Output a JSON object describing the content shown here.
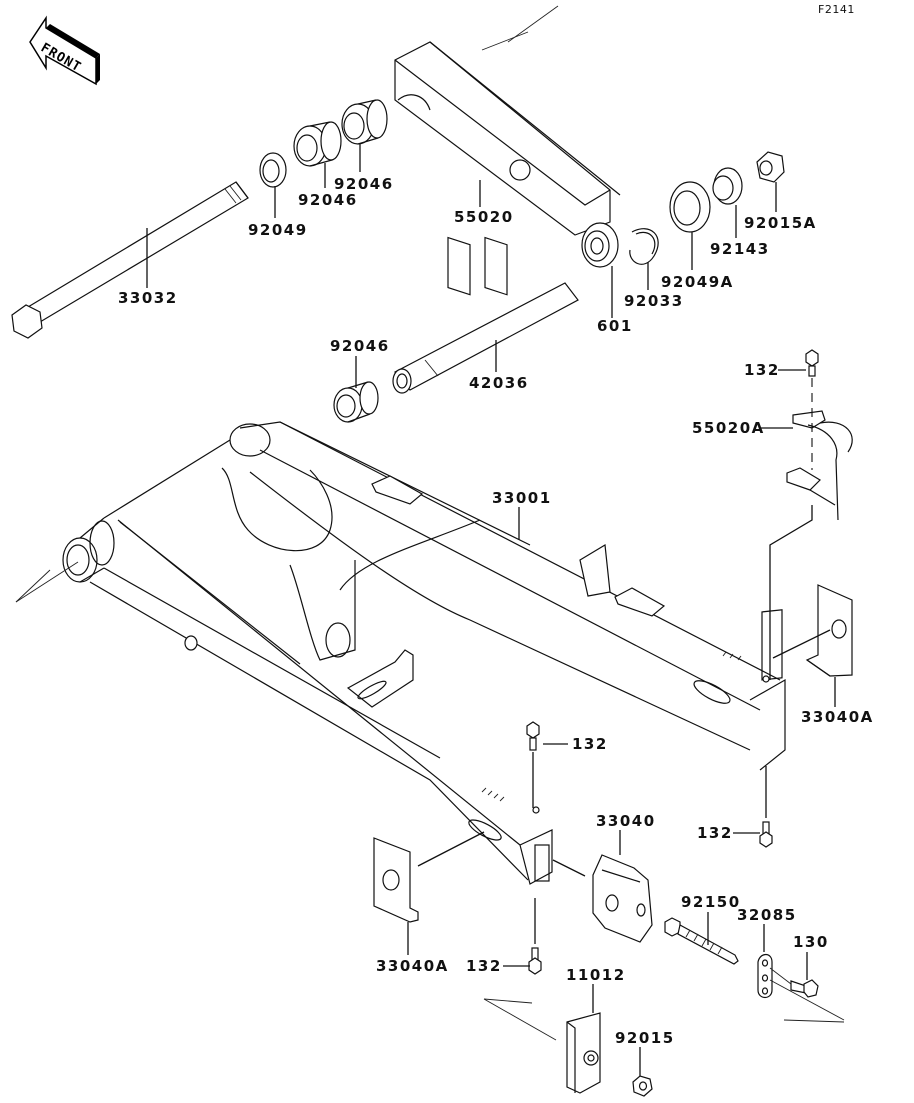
{
  "figure_id": "F2141",
  "front_indicator": "FRONT",
  "parts": {
    "p33032": "33032",
    "p92049": "92049",
    "p92046_a": "92046",
    "p92046_b": "92046",
    "p92046_c": "92046",
    "p55020": "55020",
    "p601": "601",
    "p92033": "92033",
    "p92049A": "92049A",
    "p92143": "92143",
    "p92015A": "92015A",
    "p42036": "42036",
    "p132_top": "132",
    "p55020A": "55020A",
    "p33001": "33001",
    "p33040A_right": "33040A",
    "p132_mid": "132",
    "p132_right": "132",
    "p33040": "33040",
    "p33040A_left": "33040A",
    "p132_bottom": "132",
    "p92150": "92150",
    "p32085": "32085",
    "p130": "130",
    "p11012": "11012",
    "p92015": "92015"
  }
}
